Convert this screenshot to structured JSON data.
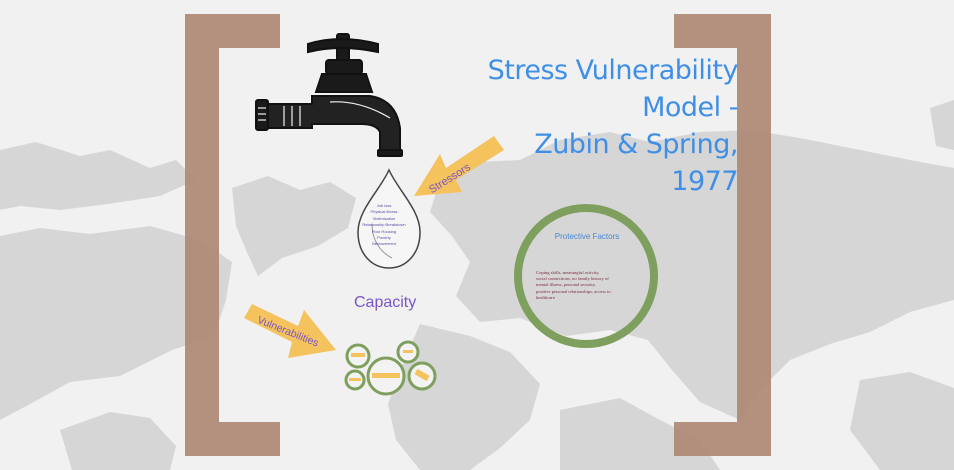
{
  "slide": {
    "title_lines": [
      "Stress Vulnerability",
      "Model -",
      "Zubin & Spring,",
      "1977"
    ],
    "capacity_label": "Capacity",
    "stressors_label": "Stressors",
    "vulnerabilities_label": "Vulnerabilities",
    "protective_factors": {
      "title": "Protective Factors",
      "body_lines": [
        "Coping skills, meaningful activity,",
        "social connections, no family history of",
        "mental illness, personal security,",
        "positive personal relationships, access to",
        "healthcare"
      ]
    },
    "stressor_list": [
      "Job loss",
      "Physical illness",
      "Victimization",
      "Relationship Breakdown",
      "Poor Housing",
      "Poverty",
      "Bereavement"
    ]
  },
  "colors": {
    "title_blue": "#3f8fe6",
    "bracket_brown": "#b08a78",
    "arrow_yellow": "#f5c35e",
    "circle_green": "#7f9f5e",
    "label_purple": "#7a55c8",
    "map_gray": "#cfcfcf"
  },
  "icons": [
    "water-tap-icon",
    "water-drop-icon"
  ]
}
